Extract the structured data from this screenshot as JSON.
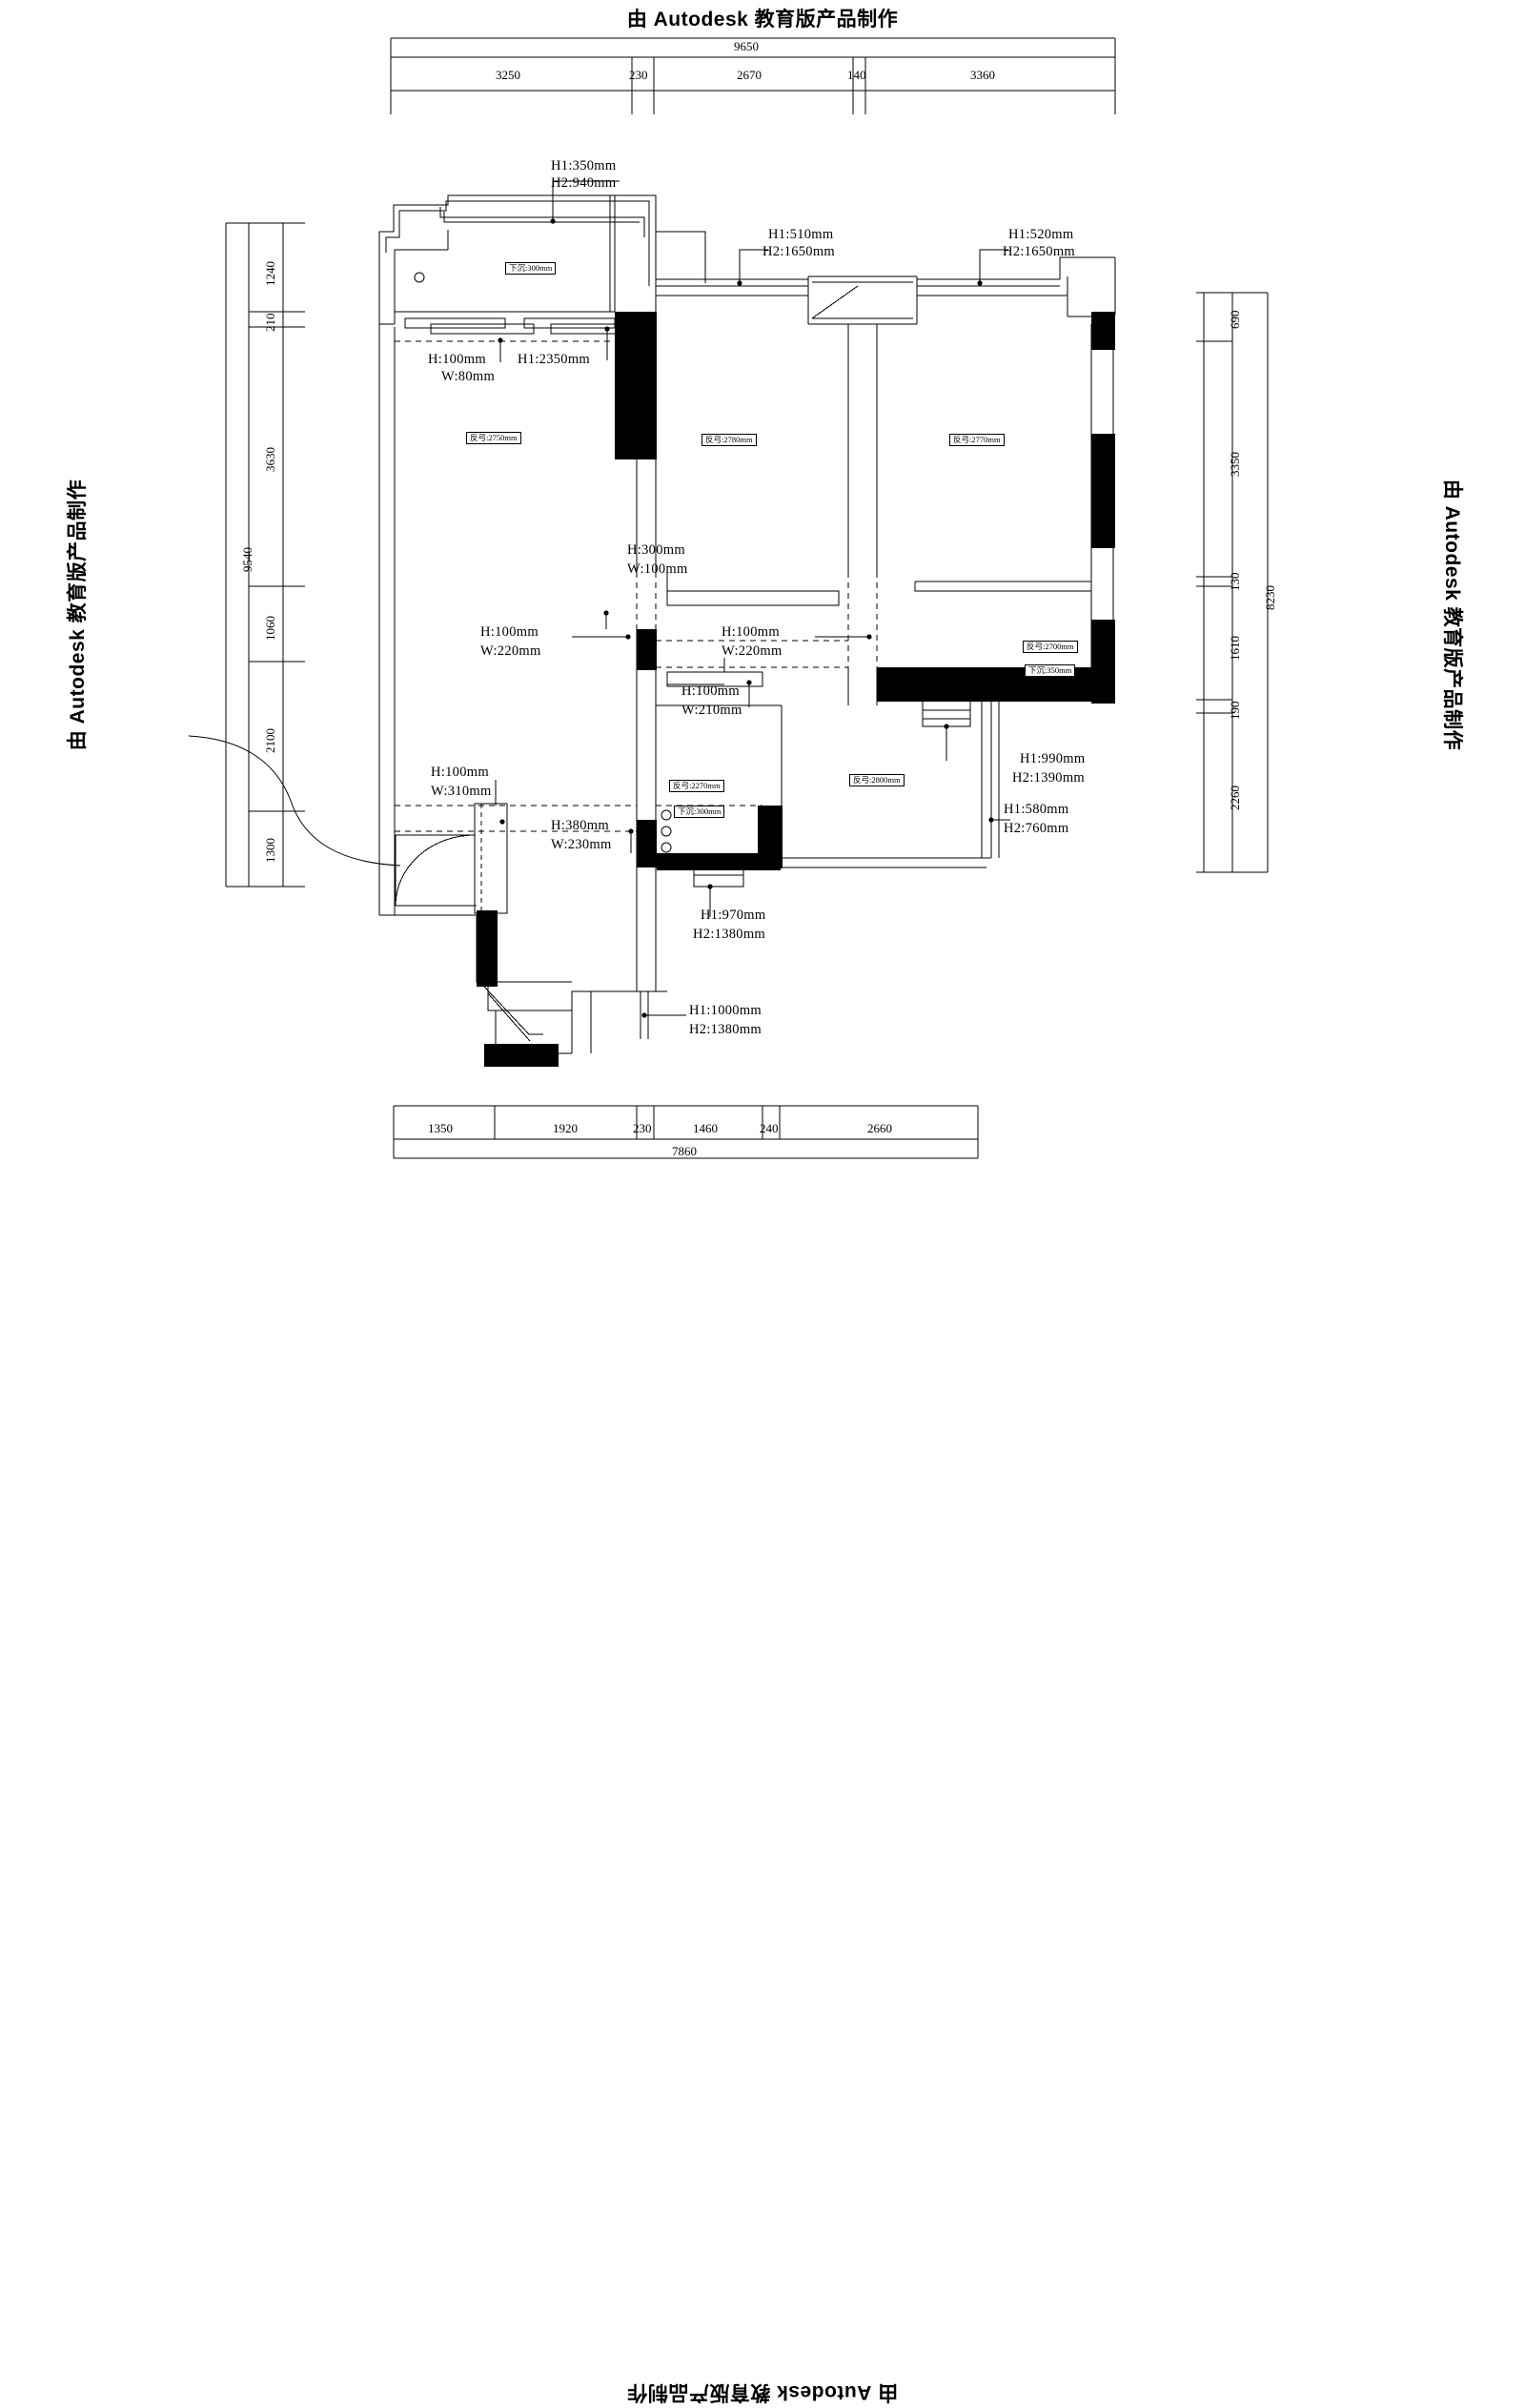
{
  "watermark": {
    "top": "由 Autodesk 教育版产品制作",
    "bottom": "由 Autodesk 教育版产品制作",
    "left": "由 Autodesk 教育版产品制作",
    "right": "由 Autodesk 教育版产品制作"
  },
  "dimensions": {
    "top": {
      "total": "9650",
      "segments": [
        "3250",
        "230",
        "2670",
        "140",
        "3360"
      ]
    },
    "bottom": {
      "total": "7860",
      "segments": [
        "1350",
        "1920",
        "230",
        "1460",
        "240",
        "2660"
      ]
    },
    "left": {
      "total": "9540",
      "segments": [
        "1240",
        "210",
        "3630",
        "1060",
        "2100",
        "1300"
      ]
    },
    "right": {
      "total": "8230",
      "segments": [
        "690",
        "3350",
        "130",
        "1610",
        "190",
        "2260"
      ]
    }
  },
  "notes": [
    {
      "id": "n1",
      "line1": "H1:350mm",
      "line2": "H2:940mm"
    },
    {
      "id": "n2",
      "line1": "H1:510mm",
      "line2": "H2:1650mm"
    },
    {
      "id": "n3",
      "line1": "H1:520mm",
      "line2": "H2:1650mm"
    },
    {
      "id": "n4",
      "line1": "H:100mm",
      "line2": "W:80mm"
    },
    {
      "id": "n5",
      "line1": "H1:2350mm",
      "line2": ""
    },
    {
      "id": "n6",
      "line1": "H:300mm",
      "line2": "W:100mm"
    },
    {
      "id": "n7",
      "line1": "H:100mm",
      "line2": "W:220mm"
    },
    {
      "id": "n8",
      "line1": "H:100mm",
      "line2": "W:220mm"
    },
    {
      "id": "n9",
      "line1": "H:100mm",
      "line2": "W:210mm"
    },
    {
      "id": "n10",
      "line1": "H:100mm",
      "line2": "W:310mm"
    },
    {
      "id": "n11",
      "line1": "H:380mm",
      "line2": "W:230mm"
    },
    {
      "id": "n12",
      "line1": "H1:970mm",
      "line2": "H2:1380mm"
    },
    {
      "id": "n13",
      "line1": "H1:1000mm",
      "line2": "H2:1380mm"
    },
    {
      "id": "n14",
      "line1": "H1:990mm",
      "line2": "H2:1390mm"
    },
    {
      "id": "n15",
      "line1": "H1:580mm",
      "line2": "H2:760mm"
    }
  ],
  "room_labels": [
    {
      "id": "r1",
      "text": "下沉:300mm",
      "kind": "sink"
    },
    {
      "id": "r2",
      "text": "反弓:2750mm",
      "kind": "ceiling"
    },
    {
      "id": "r3",
      "text": "反弓:2780mm",
      "kind": "ceiling"
    },
    {
      "id": "r4",
      "text": "反弓:2770mm",
      "kind": "ceiling"
    },
    {
      "id": "r5",
      "text": "反弓:2700mm",
      "kind": "ceiling"
    },
    {
      "id": "r6",
      "text": "下沉:350mm",
      "kind": "sink"
    },
    {
      "id": "r7",
      "text": "反弓:2270mm",
      "kind": "ceiling"
    },
    {
      "id": "r8",
      "text": "下沉:300mm",
      "kind": "sink"
    },
    {
      "id": "r9",
      "text": "反弓:2800mm",
      "kind": "ceiling"
    }
  ],
  "colors": {
    "line": "#000000",
    "wall_fill": "#000000",
    "background": "#ffffff"
  },
  "chart_data": {
    "type": "table",
    "title": "建筑平面图 / Architectural Floor Plan",
    "dimension_chains": {
      "top_mm_total": 9650,
      "top_mm_segments": [
        3250,
        230,
        2670,
        140,
        3360
      ],
      "bottom_mm_total": 7860,
      "bottom_mm_segments": [
        1350,
        1920,
        230,
        1460,
        240,
        2660
      ],
      "left_mm_total": 9540,
      "left_mm_segments": [
        1240,
        210,
        3630,
        1060,
        2100,
        1300
      ],
      "right_mm_total": 8230,
      "right_mm_segments": [
        690,
        3350,
        130,
        1610,
        190,
        2260
      ]
    }
  }
}
